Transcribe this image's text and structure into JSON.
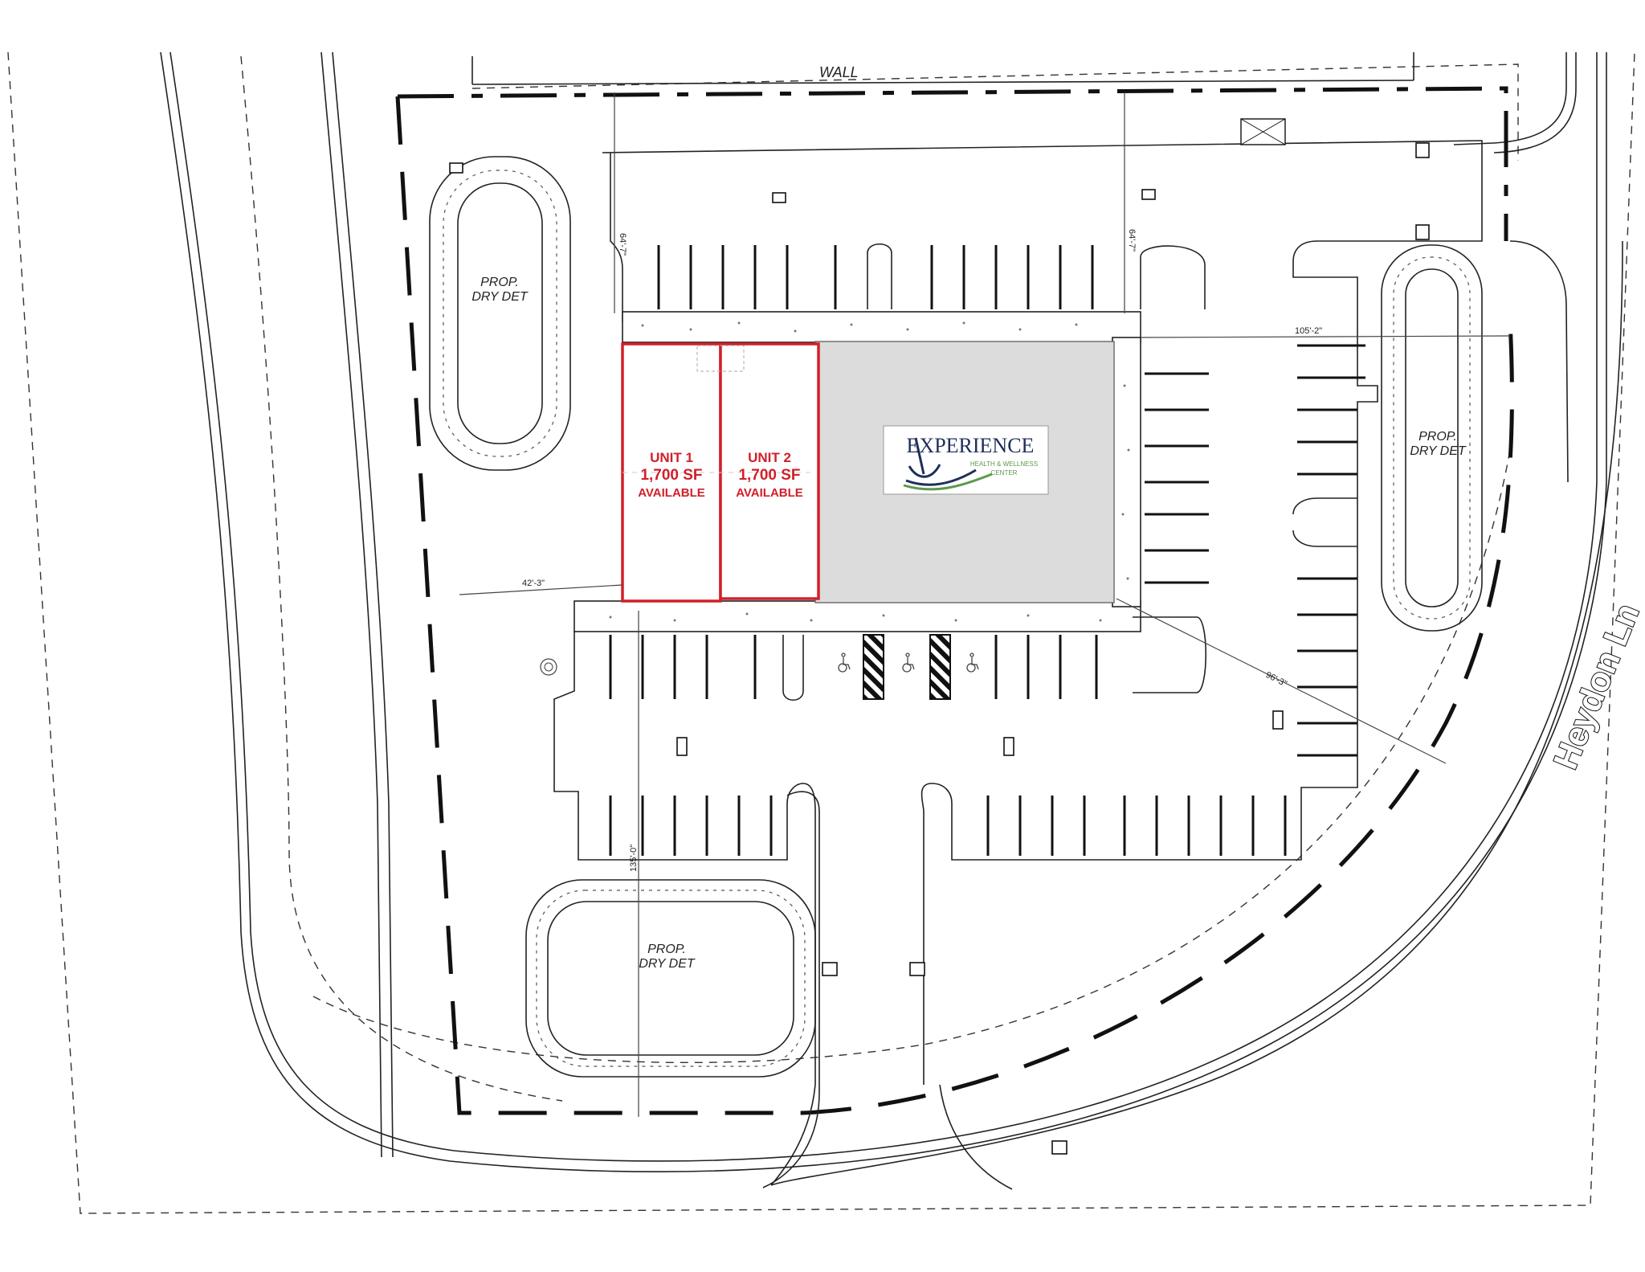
{
  "labels": {
    "wall": "WALL",
    "pond_nw_line1": "PROP.",
    "pond_nw_line2": "DRY DET",
    "pond_e_line1": "PROP.",
    "pond_e_line2": "DRY DET",
    "pond_s_line1": "PROP.",
    "pond_s_line2": "DRY DET",
    "street": "Heydon Ln"
  },
  "dimensions": {
    "d1": "64'-7\"",
    "d2": "64'-7\"",
    "d3": "105'-2\"",
    "d4": "42'-3\"",
    "d5": "96'-3\"",
    "d6": "135'-0\""
  },
  "units": [
    {
      "name": "UNIT 1",
      "area": "1,700 SF",
      "status": "AVAILABLE"
    },
    {
      "name": "UNIT 2",
      "area": "1,700 SF",
      "status": "AVAILABLE"
    }
  ],
  "tenant": {
    "logo_main": "EXPERIENCE",
    "logo_sub1": "HEALTH & WELLNESS",
    "logo_sub2": "CENTER"
  },
  "colors": {
    "unit_outline": "#d0202a",
    "building_fill": "#dcdcdc",
    "logo_navy": "#1f2f5c",
    "logo_green": "#5a9a4a"
  }
}
